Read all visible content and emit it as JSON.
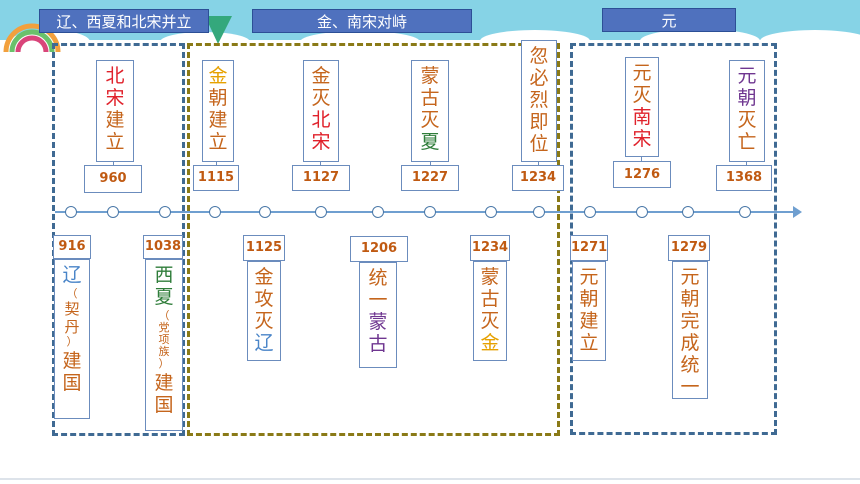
{
  "periods": {
    "p1": "辽、西夏和北宋并立",
    "p2": "金、南宋对峙",
    "p3": "元"
  },
  "top": [
    {
      "year": "960",
      "chars": [
        {
          "t": "北",
          "c": "#e0212b"
        },
        {
          "t": "宋",
          "c": "#e0212b"
        },
        {
          "t": "建",
          "c": "#c5651c"
        },
        {
          "t": "立",
          "c": "#c5651c"
        }
      ]
    },
    {
      "year": "1115",
      "chars": [
        {
          "t": "金",
          "c": "#e6a100"
        },
        {
          "t": "朝",
          "c": "#c5651c"
        },
        {
          "t": "建",
          "c": "#c5651c"
        },
        {
          "t": "立",
          "c": "#c5651c"
        }
      ]
    },
    {
      "year": "1127",
      "chars": [
        {
          "t": "金",
          "c": "#c5651c"
        },
        {
          "t": "灭",
          "c": "#c5651c"
        },
        {
          "t": "北",
          "c": "#e0212b"
        },
        {
          "t": "宋",
          "c": "#e0212b"
        }
      ]
    },
    {
      "year": "1227",
      "chars": [
        {
          "t": "蒙",
          "c": "#c5651c"
        },
        {
          "t": "古",
          "c": "#c5651c"
        },
        {
          "t": "灭",
          "c": "#c5651c"
        },
        {
          "t": "夏",
          "c": "#2f7d3a"
        }
      ]
    },
    {
      "year": "1234",
      "chars": [
        {
          "t": "忽",
          "c": "#c5651c"
        },
        {
          "t": "必",
          "c": "#c5651c"
        },
        {
          "t": "烈",
          "c": "#c5651c"
        },
        {
          "t": "即",
          "c": "#c5651c"
        },
        {
          "t": "位",
          "c": "#c5651c"
        }
      ]
    },
    {
      "year": "1276",
      "chars": [
        {
          "t": "元",
          "c": "#c5651c"
        },
        {
          "t": "灭",
          "c": "#c5651c"
        },
        {
          "t": "南",
          "c": "#e0212b"
        },
        {
          "t": "宋",
          "c": "#e0212b"
        }
      ]
    },
    {
      "year": "1368",
      "chars": [
        {
          "t": "元",
          "c": "#6f3690"
        },
        {
          "t": "朝",
          "c": "#6f3690"
        },
        {
          "t": "灭",
          "c": "#c5651c"
        },
        {
          "t": "亡",
          "c": "#c5651c"
        }
      ]
    }
  ],
  "bottom": [
    {
      "year": "916",
      "chars": [
        {
          "t": "辽",
          "c": "#4a85c8"
        }
      ],
      "note": [
        {
          "t": "（",
          "c": "#c5651c"
        },
        {
          "t": "契",
          "c": "#c5651c"
        },
        {
          "t": "丹",
          "c": "#c5651c"
        },
        {
          "t": "）",
          "c": "#c5651c"
        }
      ],
      "tail": [
        {
          "t": "建",
          "c": "#c5651c"
        },
        {
          "t": "国",
          "c": "#c5651c"
        }
      ]
    },
    {
      "year": "1038",
      "chars": [
        {
          "t": "西",
          "c": "#2f7d3a"
        },
        {
          "t": "夏",
          "c": "#2f7d3a"
        }
      ],
      "note": [
        {
          "t": "（",
          "c": "#c5651c"
        },
        {
          "t": "党",
          "c": "#c5651c"
        },
        {
          "t": "项",
          "c": "#c5651c"
        },
        {
          "t": "族",
          "c": "#c5651c"
        },
        {
          "t": "）",
          "c": "#c5651c"
        }
      ],
      "tail": [
        {
          "t": "建",
          "c": "#c5651c"
        },
        {
          "t": "国",
          "c": "#c5651c"
        }
      ]
    },
    {
      "year": "1125",
      "chars": [
        {
          "t": "金",
          "c": "#c5651c"
        },
        {
          "t": "攻",
          "c": "#c5651c"
        },
        {
          "t": "灭",
          "c": "#c5651c"
        },
        {
          "t": "辽",
          "c": "#4a85c8"
        }
      ]
    },
    {
      "year": "1206",
      "chars": [
        {
          "t": "统",
          "c": "#c5651c"
        },
        {
          "t": "一",
          "c": "#c5651c"
        },
        {
          "t": "蒙",
          "c": "#6f3690"
        },
        {
          "t": "古",
          "c": "#6f3690"
        }
      ]
    },
    {
      "year": "1234",
      "chars": [
        {
          "t": "蒙",
          "c": "#c5651c"
        },
        {
          "t": "古",
          "c": "#c5651c"
        },
        {
          "t": "灭",
          "c": "#c5651c"
        },
        {
          "t": "金",
          "c": "#e6a100"
        }
      ]
    },
    {
      "year": "1271",
      "chars": [
        {
          "t": "元",
          "c": "#c5651c"
        },
        {
          "t": "朝",
          "c": "#c5651c"
        },
        {
          "t": "建",
          "c": "#c5651c"
        },
        {
          "t": "立",
          "c": "#c5651c"
        }
      ]
    },
    {
      "year": "1279",
      "chars": [
        {
          "t": "元",
          "c": "#c5651c"
        },
        {
          "t": "朝",
          "c": "#c5651c"
        },
        {
          "t": "完",
          "c": "#c5651c"
        },
        {
          "t": "成",
          "c": "#c5651c"
        },
        {
          "t": "统",
          "c": "#c5651c"
        },
        {
          "t": "一",
          "c": "#c5651c"
        }
      ]
    }
  ]
}
